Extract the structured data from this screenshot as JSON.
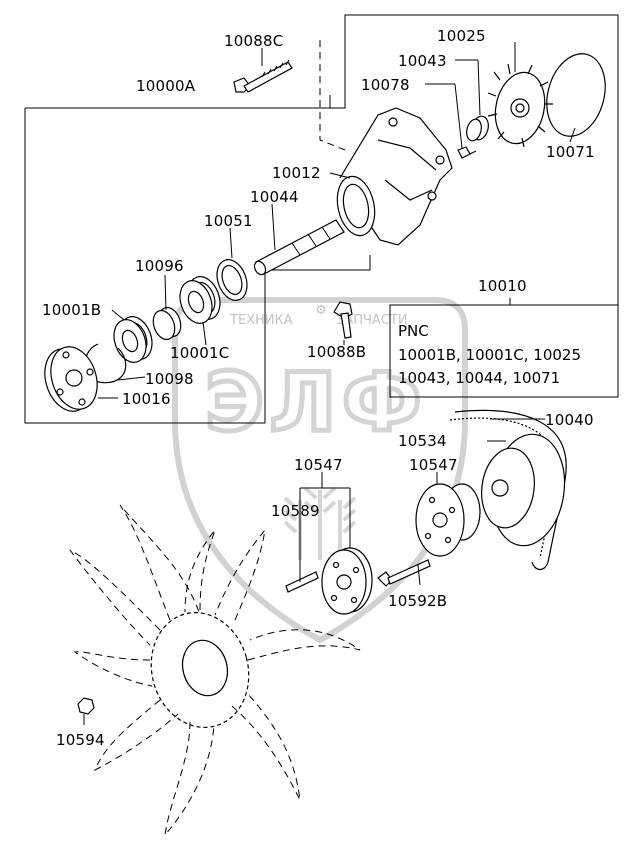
{
  "watermark": {
    "top_left": "ТЕХНИКА",
    "top_right": "ЗАПЧАСТИ",
    "logo": "ЭЛФ"
  },
  "labels": {
    "p10088C": "10088C",
    "p10000A": "10000A",
    "p10025": "10025",
    "p10043": "10043",
    "p10078": "10078",
    "p10071": "10071",
    "p10012": "10012",
    "p10044": "10044",
    "p10051": "10051",
    "p10096": "10096",
    "p10001B": "10001B",
    "p10001C": "10001C",
    "p10098": "10098",
    "p10016": "10016",
    "p10088B": "10088B",
    "p10010": "10010",
    "p10040": "10040",
    "p10534": "10534",
    "p10547a": "10547",
    "p10547b": "10547",
    "p10589": "10589",
    "p10592B": "10592B",
    "p10594": "10594"
  },
  "pnc_box": {
    "heading": "PNC",
    "line1": "10001B, 10001C, 10025",
    "line2": "10043, 10044, 10071"
  }
}
